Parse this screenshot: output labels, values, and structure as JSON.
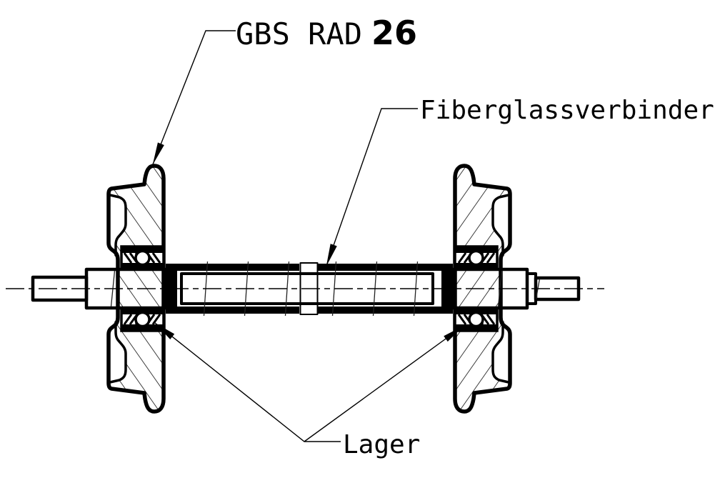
{
  "drawing": {
    "background": "#ffffff",
    "line_color": "#000000",
    "callouts": {
      "wheel": {
        "label": "GBS RAD",
        "number": "26"
      },
      "connector": {
        "label": "Fiberglassverbinder"
      },
      "bearings": {
        "label": "Lager"
      }
    }
  }
}
